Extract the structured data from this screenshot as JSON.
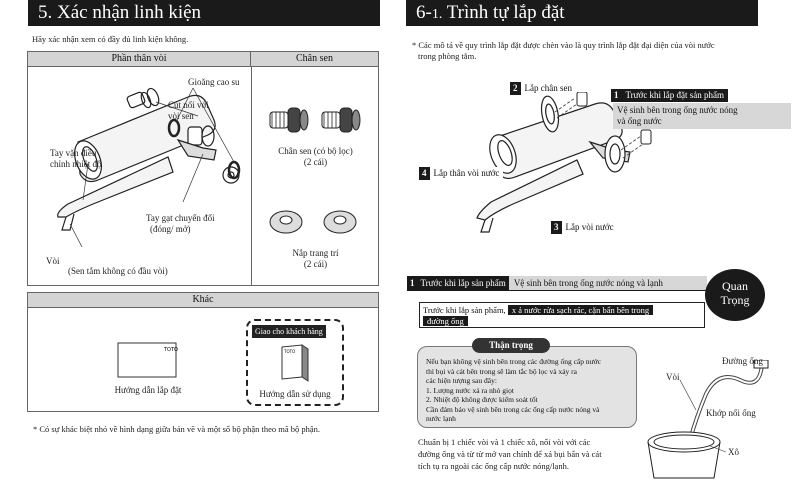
{
  "left": {
    "header": "5. Xác nhận linh kiện",
    "intro": "Hãy xác nhận xem có đầy đủ linh kiện không.",
    "col1_header": "Phần thân vòi",
    "col2_header": "Chân sen",
    "parts": {
      "gasket": "Gioăng cao su",
      "connector_line1": "Cút nối với",
      "connector_line2": "vòi sen",
      "temp_knob_line1": "Tay vặn điều",
      "temp_knob_line2": "chỉnh nhiệt độ",
      "lever_line1": "Tay gạt chuyển đổi",
      "lever_line2": "(đóng/ mở)",
      "spout_line1": "Vòi",
      "spout_line2": "(Sen tắm không có đầu vòi)",
      "legs_line1": "Chân sen (có bộ lọc)",
      "legs_line2": "(2 cái)",
      "caps_line1": "Nắp trang trí",
      "caps_line2": "(2 cái)"
    },
    "other_header": "Khác",
    "install_guide": "Hướng dẫn lắp đặt",
    "customer_tag": "Giao cho khách hàng",
    "user_guide": "Hướng dẫn sử dụng",
    "footnote": "* Có sự khác biệt nhỏ về hình dạng giữa bản vẽ và một số bộ phận theo mã bộ phận."
  },
  "right": {
    "header_main": "6-",
    "header_sub": "1.",
    "header_rest": " Trình tự lắp đặt",
    "note_line1": "* Các mô tả về quy trình lắp đặt được chèn vào là quy trình lắp đặt đại diện của vòi nước",
    "note_line2": "trong phòng tắm.",
    "steps": [
      {
        "num": "2",
        "text": "Lắp chân sen"
      },
      {
        "num": "1",
        "text": "Trước khi lắp đặt sản phẩm"
      },
      {
        "num": "4",
        "text": "Lắp thân vòi nước"
      },
      {
        "num": "3",
        "text": "Lắp vòi nước"
      }
    ],
    "step1_desc_line1": "Vệ sinh bên trong ống nước nóng",
    "step1_desc_line2": "và ống nước",
    "section": {
      "num": "1",
      "title": "Trước khi lắp sản phẩm",
      "desc": "Vệ sinh bên trong ống nước nóng và lạnh",
      "important_line1": "Quan",
      "important_line2": "Trọng",
      "box_label": "Trước khi lắp sản phẩm,",
      "box_desc_line1": "x ả nước rửa sạch rác, cặn bẩn bên trong",
      "box_desc_line2": "đường ống",
      "caution_title": "Thận trọng",
      "caution_lines": [
        "Nếu bạn không vệ sinh bên trong các đường ống cấp nước",
        "thì bụi và cát bên trong sẽ làm tắc bộ lọc và xảy ra",
        "các hiện tượng sau đây:",
        "1. Lượng nước xả ra nhỏ giọt",
        "2. Nhiệt độ không được kiểm soát tốt",
        "Cần đảm bảo vệ sinh bên trong các ống cấp nước nóng và",
        "nước lạnh"
      ],
      "bottom_lines": [
        "Chuẩn bị 1 chiếc vòi và 1 chiếc xô, nối vòi với các",
        "đường ống và từ từ mở van chính để xả bụi bẩn và cát",
        "tích tụ ra ngoài các ống cấp nước nóng/lạnh."
      ],
      "illus_pipe": "Đường ống",
      "illus_hose": "Vòi",
      "illus_coupling": "Khớp nối ống",
      "illus_bucket": "Xô"
    }
  }
}
